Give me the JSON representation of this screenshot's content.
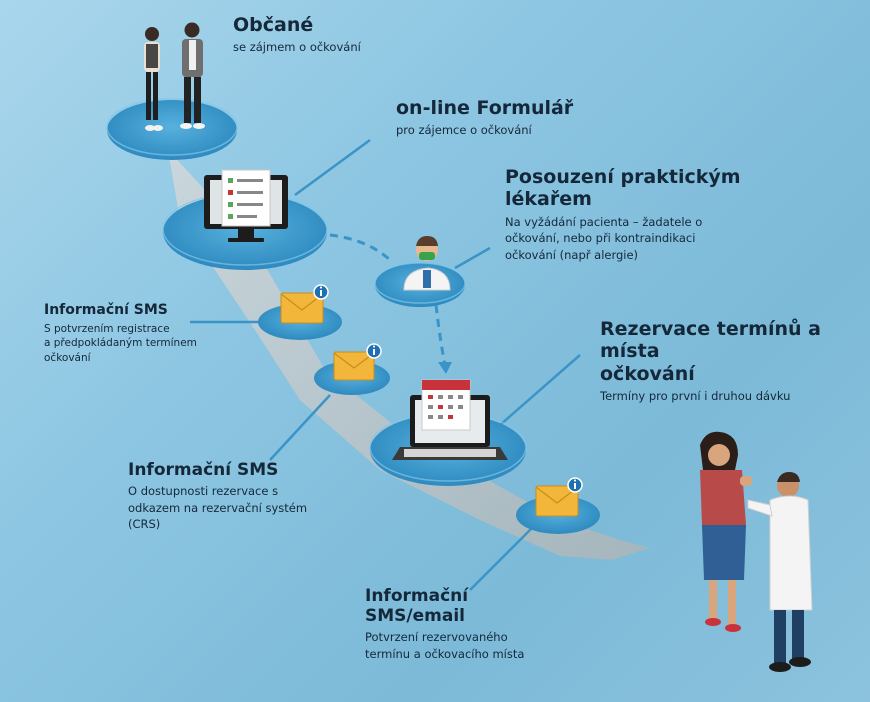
{
  "steps": {
    "citizens": {
      "title": "Občané",
      "subtitle": "se zájmem o očkování"
    },
    "online_form": {
      "title": "on-line Formulář",
      "subtitle": "pro zájemce o očkování"
    },
    "gp_assessment": {
      "title_line1": "Posouzení praktickým",
      "title_line2": "lékařem",
      "desc_line1": "Na vyžádání pacienta – žadatele o",
      "desc_line2": "očkování, nebo při kontraindikaci",
      "desc_line3": "očkování (např alergie)"
    },
    "sms_registration": {
      "title": "Informační SMS",
      "desc_line1": "S potvrzením registrace",
      "desc_line2": "a předpokládaným termínem",
      "desc_line3": "očkování"
    },
    "reservation": {
      "title_line1": "Rezervace termínů a místa",
      "title_line2": "očkování",
      "subtitle": "Termíny pro první i druhou dávku"
    },
    "sms_reservation": {
      "title": "Informační SMS",
      "desc_line1": "O dostupnosti rezervace s",
      "desc_line2": "odkazem na rezervační systém",
      "desc_line3": "(CRS)"
    },
    "sms_email_confirmation": {
      "title_line1": "Informační",
      "title_line2": "SMS/email",
      "desc_line1": "Potvrzení rezervovaného",
      "desc_line2": "termínu a očkovacího místa"
    }
  },
  "icons": {
    "citizens": "people-icon",
    "form": "monitor-form-icon",
    "doctor": "doctor-icon",
    "envelope": "envelope-info-icon",
    "calendar": "laptop-calendar-icon",
    "vaccination": "vaccination-scene-icon"
  },
  "colors": {
    "background": "#8dc6e2",
    "platform": "#2f8fc4",
    "path": "#b8c3c7",
    "connector": "#3b94c8",
    "envelope": "#f2b63a",
    "info_badge": "#1f6fb3",
    "text": "#14283a"
  }
}
